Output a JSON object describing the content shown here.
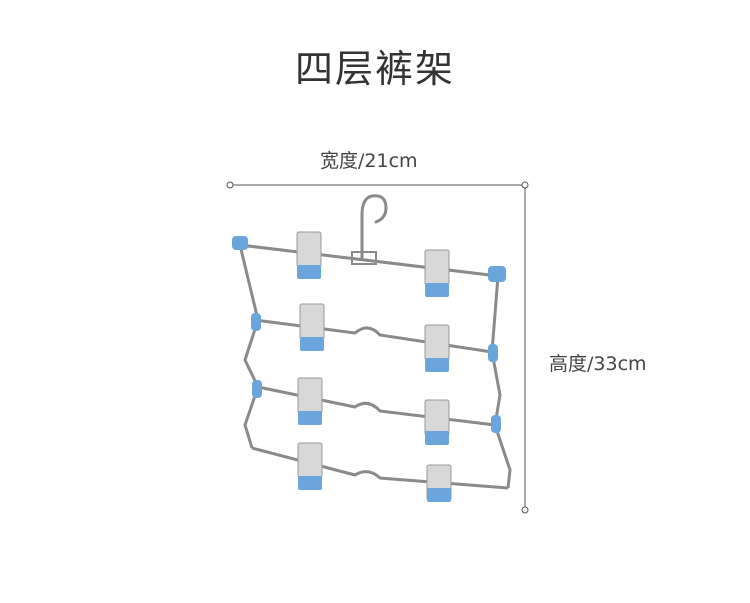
{
  "title": "四层裤架",
  "dimensions": {
    "width_label": "宽度/21cm",
    "height_label": "高度/33cm"
  },
  "colors": {
    "clip_blue": "#6aa6dc",
    "wire": "#8a8a8a",
    "dim_line": "#555555"
  },
  "product": {
    "tiers": 4,
    "clips_per_tier": 2,
    "icon": "pants-hanger-icon"
  }
}
